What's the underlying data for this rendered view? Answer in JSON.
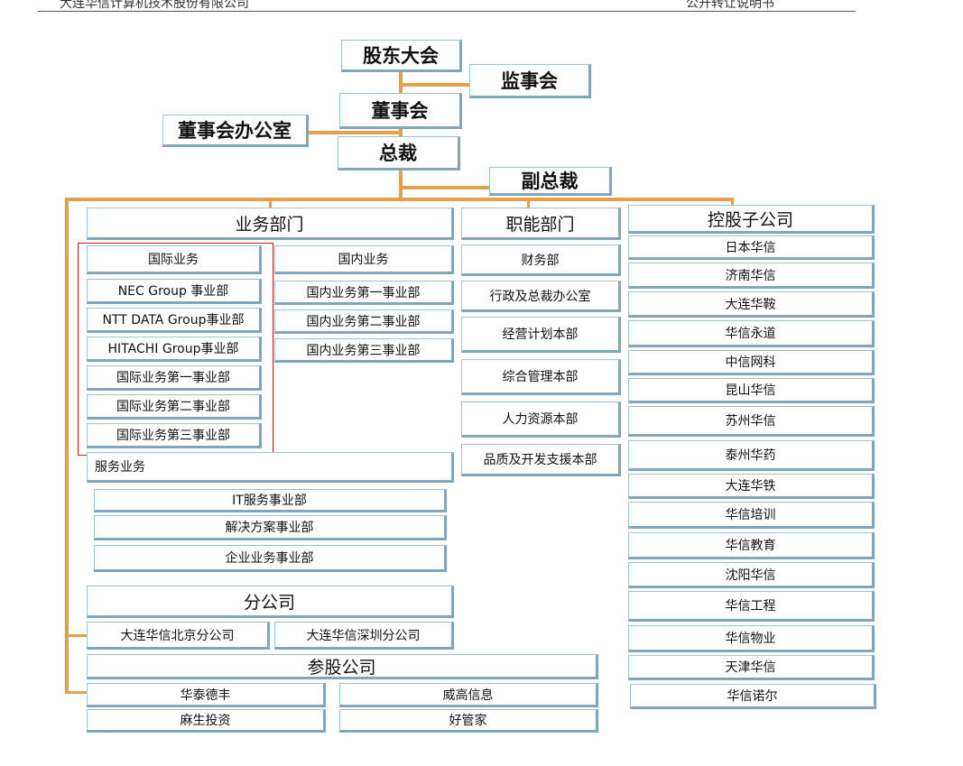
{
  "header": {
    "left": "大连华信计算机技术股份有限公司",
    "right": "公开转让说明书"
  },
  "top": {
    "shareholders": "股东大会",
    "supervisory": "监事会",
    "board": "董事会",
    "board_office": "董事会办公室",
    "president": "总裁",
    "vice_president": "副总裁"
  },
  "business": {
    "title": "业务部门",
    "international": [
      "国际业务",
      "NEC Group 事业部",
      "NTT DATA Group事业部",
      "HITACHI Group事业部",
      "国际业务第一事业部",
      "国际业务第二事业部",
      "国际业务第三事业部"
    ],
    "domestic": [
      "国内业务",
      "国内业务第一事业部",
      "国内业务第二事业部",
      "国内业务第三事业部"
    ],
    "service_title": "服务业务",
    "service": [
      "IT服务事业部",
      "解决方案事业部",
      "企业业务事业部"
    ]
  },
  "functional": {
    "title": "职能部门",
    "items": [
      "财务部",
      "行政及总裁办公室",
      "经营计划本部",
      "综合管理本部",
      "人力资源本部",
      "品质及开发支援本部"
    ]
  },
  "subsidiaries": {
    "title": "控股子公司",
    "items": [
      "日本华信",
      "济南华信",
      "大连华鞍",
      "华信永道",
      "中信网科",
      "昆山华信",
      "苏州华信",
      "泰州华药",
      "大连华铁",
      "华信培训",
      "华信教育",
      "沈阳华信",
      "华信工程",
      "华信物业",
      "天津华信",
      "华信诺尔"
    ]
  },
  "branches": {
    "title": "分公司",
    "items": [
      "大连华信北京分公司",
      "大连华信深圳分公司"
    ]
  },
  "equity": {
    "title": "参股公司",
    "items": [
      "华泰德丰",
      "威高信息",
      "麻生投资",
      "好管家"
    ]
  },
  "colors": {
    "connector": "#e3a14f",
    "box_border": "#9cc4d6",
    "highlight": "#cc2222"
  }
}
